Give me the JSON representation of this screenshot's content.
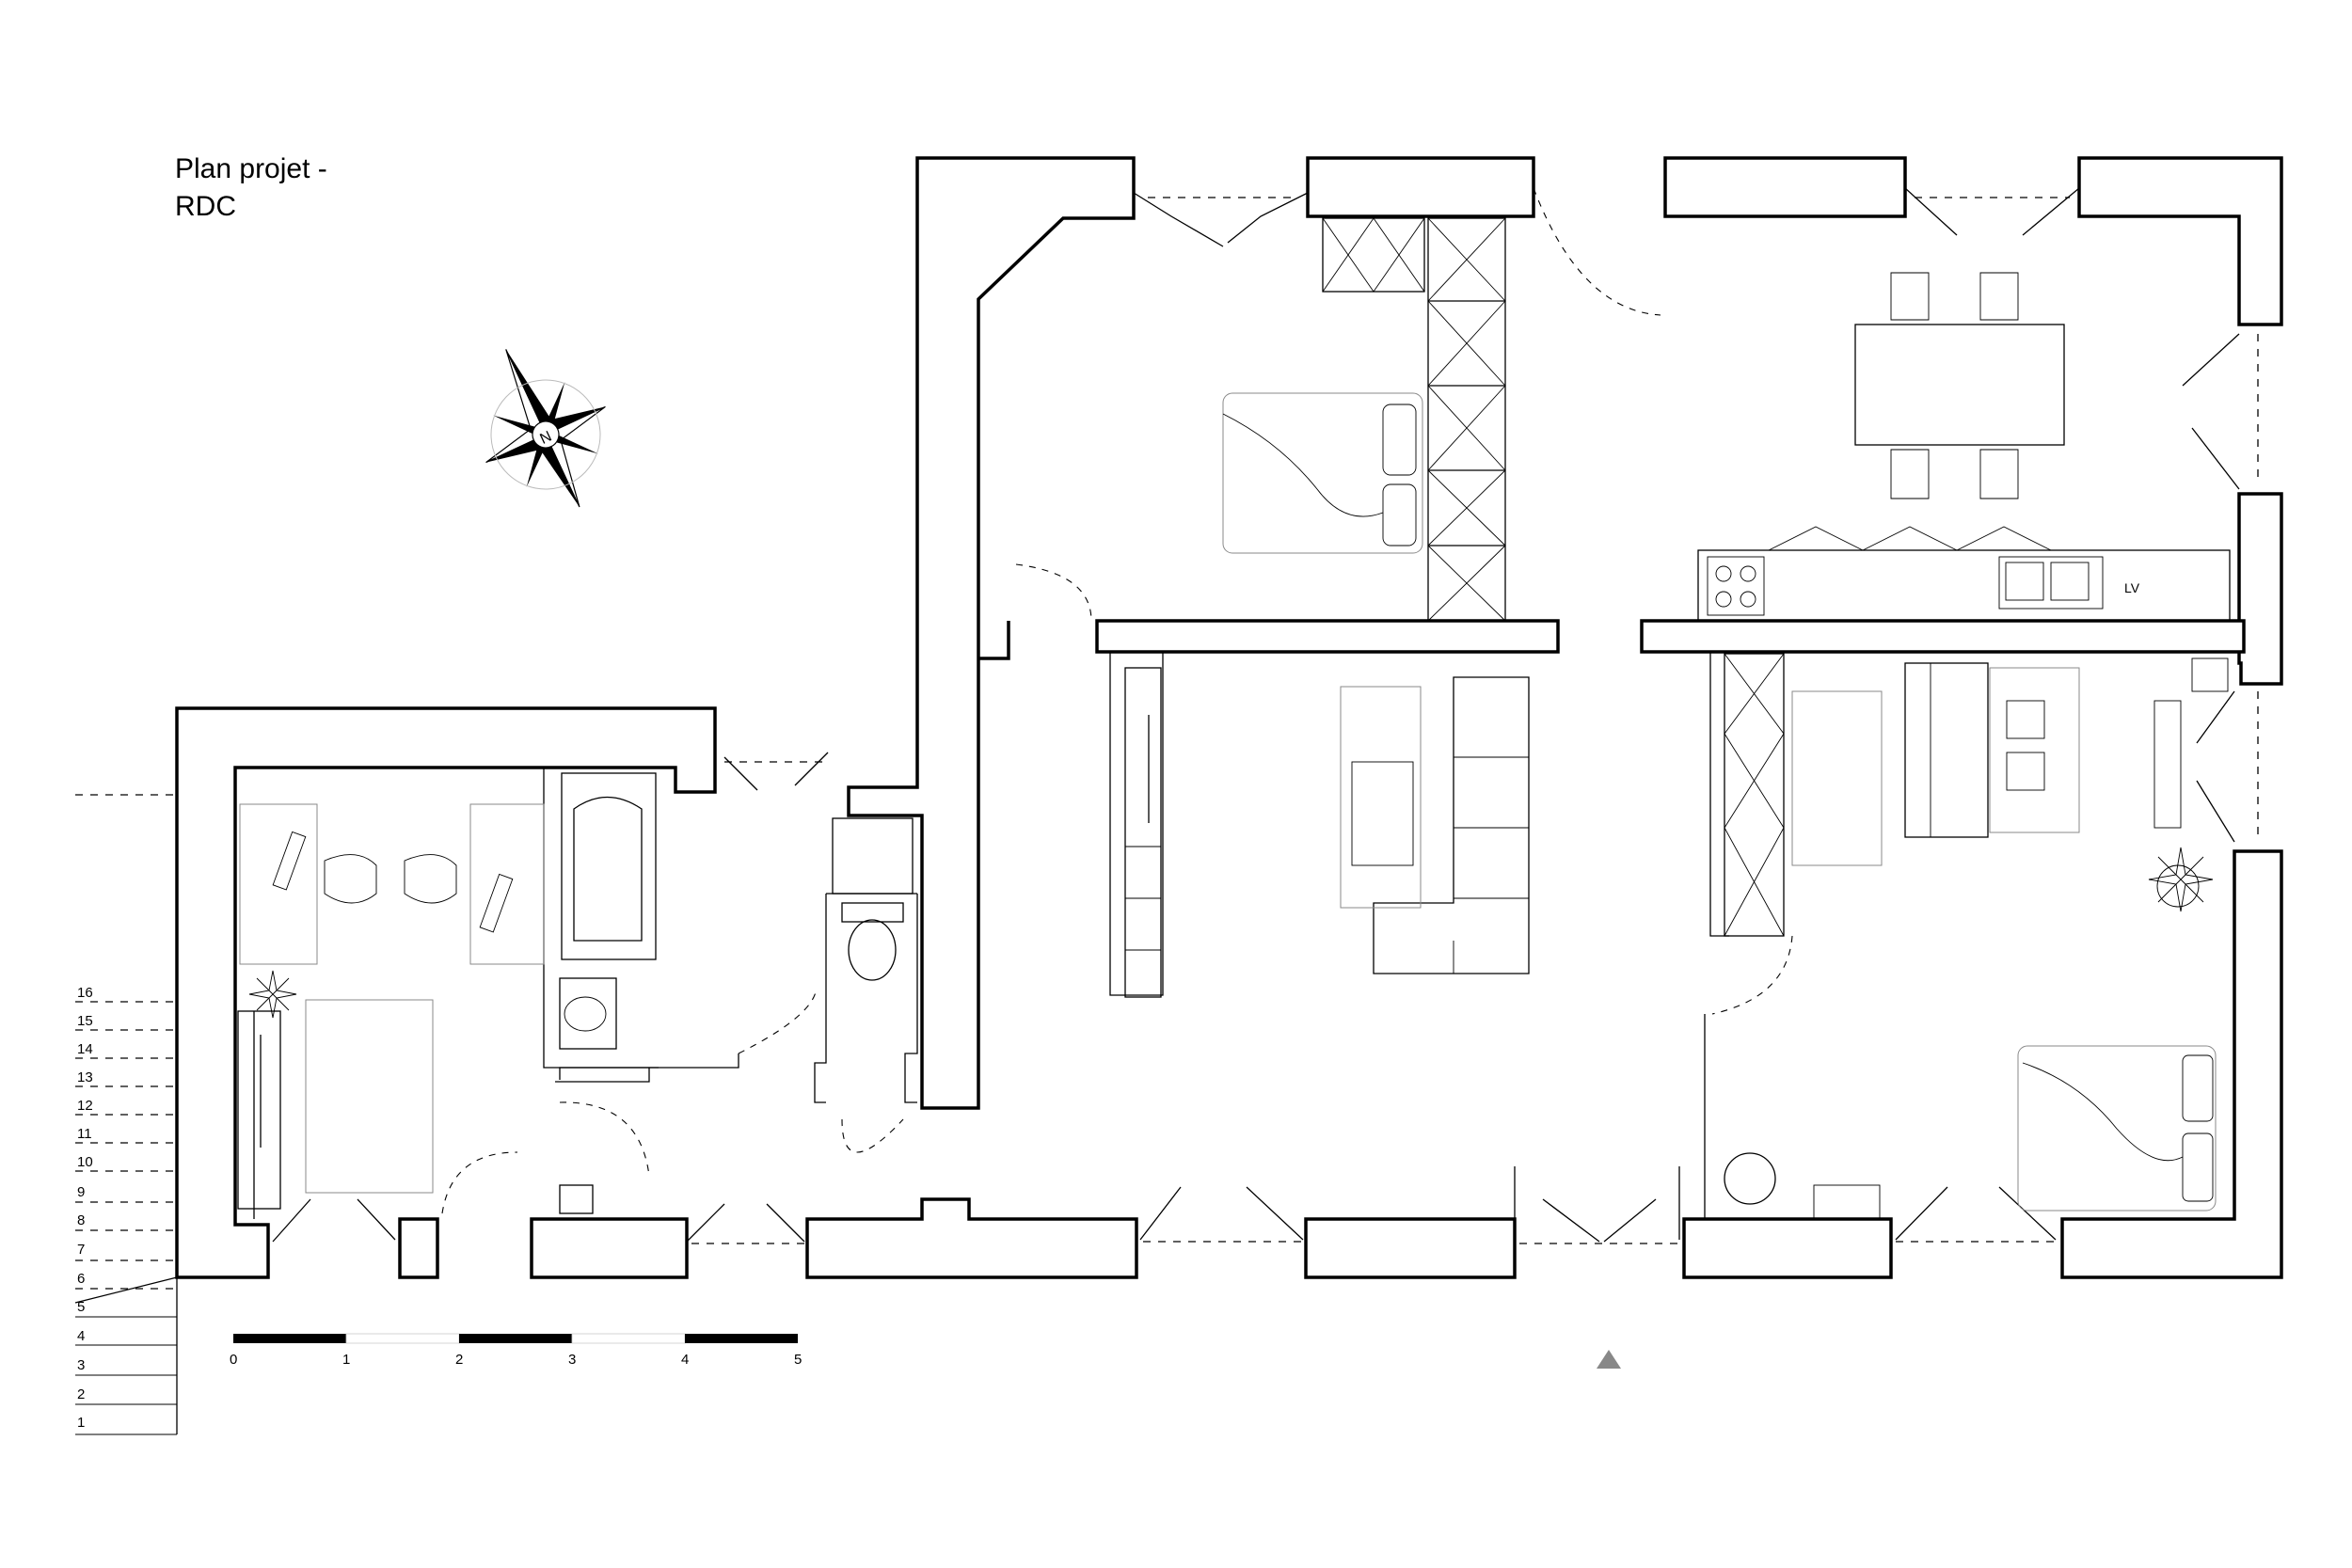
{
  "title": {
    "line1": "Plan projet -",
    "line2": "RDC"
  },
  "compass": {
    "label": "N"
  },
  "scale_bar": {
    "labels": [
      "0",
      "1",
      "2",
      "3",
      "4",
      "5"
    ]
  },
  "stairs": {
    "labels": [
      "1",
      "2",
      "3",
      "4",
      "5",
      "6",
      "7",
      "8",
      "9",
      "10",
      "11",
      "12",
      "13",
      "14",
      "15",
      "16"
    ]
  },
  "kitchen": {
    "appliance_label": "LV"
  }
}
